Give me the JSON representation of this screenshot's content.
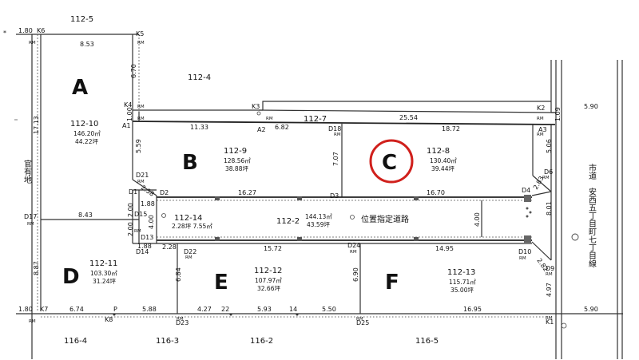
{
  "neighbors": {
    "top": "112-5",
    "top_right": "112-4",
    "left_vertical": "官有地",
    "bottom": [
      "116-4",
      "116-3",
      "116-2",
      "116-5"
    ],
    "right_road": "市道　安西五丁目町七丁目線"
  },
  "lots": {
    "A": {
      "letter": "A",
      "number": "112-10",
      "area_m2": "146.20㎡",
      "area_tsubo": "44.22坪"
    },
    "B": {
      "letter": "B",
      "number": "112-9",
      "area_m2": "128.56㎡",
      "area_tsubo": "38.88坪"
    },
    "C": {
      "letter": "C",
      "number": "112-8",
      "area_m2": "130.40㎡",
      "area_tsubo": "39.44坪"
    },
    "D": {
      "letter": "D",
      "number": "112-11",
      "area_m2": "103.30㎡",
      "area_tsubo": "31.24坪"
    },
    "E": {
      "letter": "E",
      "number": "112-12",
      "area_m2": "107.97㎡",
      "area_tsubo": "32.66坪"
    },
    "F": {
      "letter": "F",
      "number": "112-13",
      "area_m2": "115.71㎡",
      "area_tsubo": "35.00坪"
    }
  },
  "strip": {
    "number": "112-7"
  },
  "small_lot": {
    "number": "112-14",
    "area": "2.28坪 7.55㎡"
  },
  "private_road": {
    "number": "112-2",
    "area_m2": "144.13㎡",
    "area_tsubo": "43.59坪",
    "label": "位置指定道路"
  },
  "rm_label": "RM",
  "highlight_color": "#d0201c",
  "points": {
    "K6": "K6",
    "K5": "K5",
    "K4": "K4",
    "K3": "K3",
    "K2": "K2",
    "K1": "K1",
    "K7": "K7",
    "K8": "K8",
    "A1": "A1",
    "A2": "A2",
    "A3": "A3",
    "D1": "D1",
    "D2": "D2",
    "D3": "D3",
    "D4": "D4",
    "D6": "D6",
    "D9": "D9",
    "D10": "D10",
    "D13": "D13",
    "D14": "D14",
    "D15": "D15",
    "D17": "D17",
    "D18": "D18",
    "D21": "D21",
    "D22": "D22",
    "D23": "D23",
    "D24": "D24",
    "D25": "D25",
    "P": "P",
    "22": "22",
    "14": "14"
  },
  "dims": {
    "left_top": "1.80",
    "k6_k5": "8.53",
    "k5_k4": "6.70",
    "k4_a1": "1.00",
    "a1_a2": "11.33",
    "a2_d18": "6.82",
    "d18_k2": "25.54",
    "k2_end": "5.90",
    "a1_d21": "5.59",
    "d21_d1": "2.58",
    "d2_d3": "16.27",
    "d18_d3": "7.07",
    "d3_d4": "16.70",
    "a3_d6": "5.06",
    "d18_a3": "18.72",
    "d6_d4": "2.83",
    "k2_a3": "1.09",
    "left_vertical": "17.13",
    "d17_d15": "8.43",
    "d1_d15_a": "1.88",
    "d15_v1": "2.00",
    "d15_v2": "2.00",
    "d15_h": "4.00",
    "d13_d14": "1.88",
    "d14_d22": "2.28",
    "d22_d24": "15.72",
    "d24_d10": "14.95",
    "road_width": "4.00",
    "d10_d9": "2.82",
    "right_v": "8.01",
    "d_left_v": "8.87",
    "e_left_v": "6.84",
    "f_left_v": "6.90",
    "d9_k1": "4.97",
    "k7_left": "1.80",
    "k7_p": "6.74",
    "p_d23": "5.88",
    "d23_22": "4.27",
    "22_14": "5.93",
    "14_d25": "5.50",
    "d25_k1": "16.95",
    "k1_end": "5.90"
  }
}
